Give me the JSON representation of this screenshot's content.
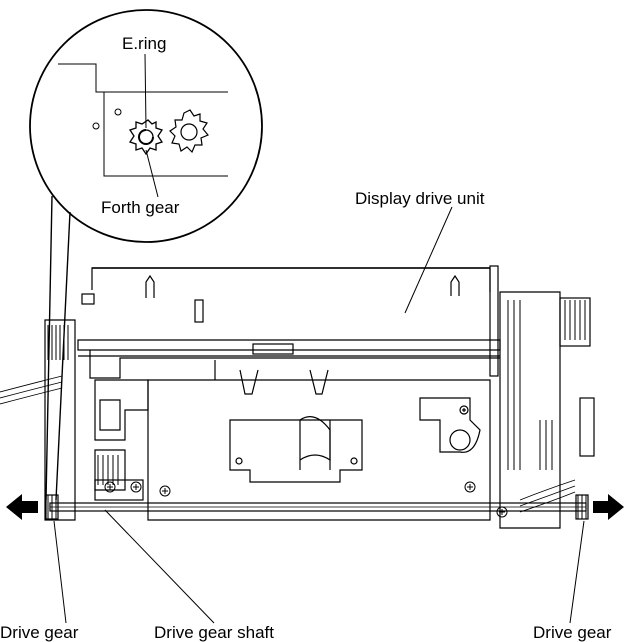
{
  "labels": {
    "e_ring": "E.ring",
    "forth_gear": "Forth gear",
    "display_drive_unit": "Display drive unit",
    "drive_gear_left": "Drive gear",
    "drive_gear_shaft": "Drive gear shaft",
    "drive_gear_right": "Drive gear"
  },
  "colors": {
    "line": "#000000",
    "background": "#ffffff",
    "arrow": "#000000"
  },
  "icons": {
    "left_arrow": "arrow-left-icon",
    "right_arrow": "arrow-right-icon",
    "screw": "screw-icon"
  }
}
